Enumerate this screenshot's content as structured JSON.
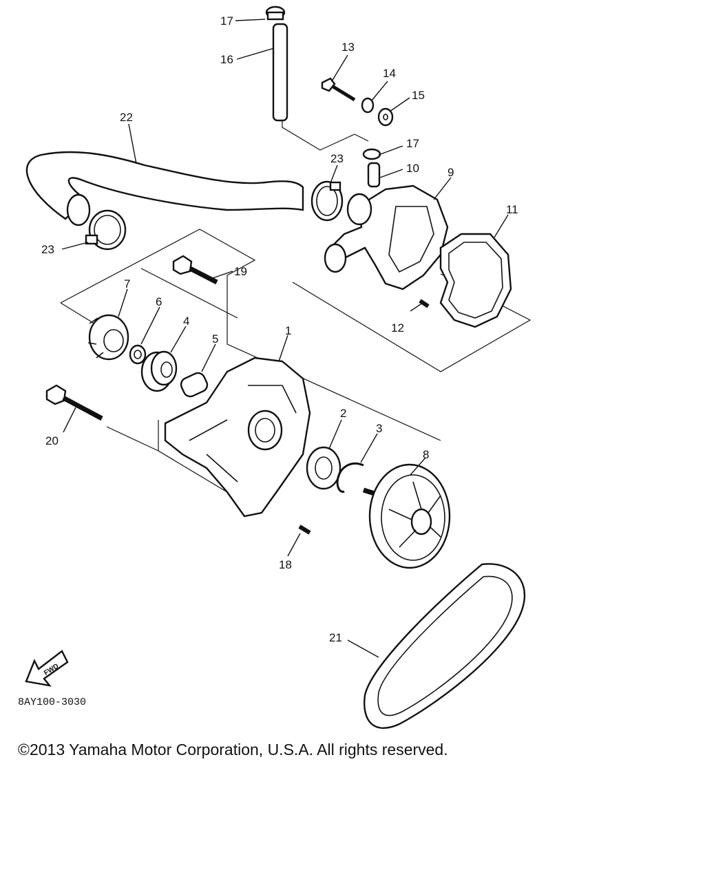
{
  "diagram": {
    "part_numbers": [
      "1",
      "2",
      "3",
      "4",
      "5",
      "6",
      "7",
      "8",
      "9",
      "10",
      "11",
      "12",
      "13",
      "14",
      "15",
      "16",
      "17",
      "17",
      "18",
      "19",
      "20",
      "21",
      "22",
      "23",
      "23"
    ],
    "drawing_code": "8AY100-3030",
    "fwd_label": "FWD"
  },
  "footer": {
    "copyright": "©2013 Yamaha Motor Corporation, U.S.A. All rights reserved."
  }
}
